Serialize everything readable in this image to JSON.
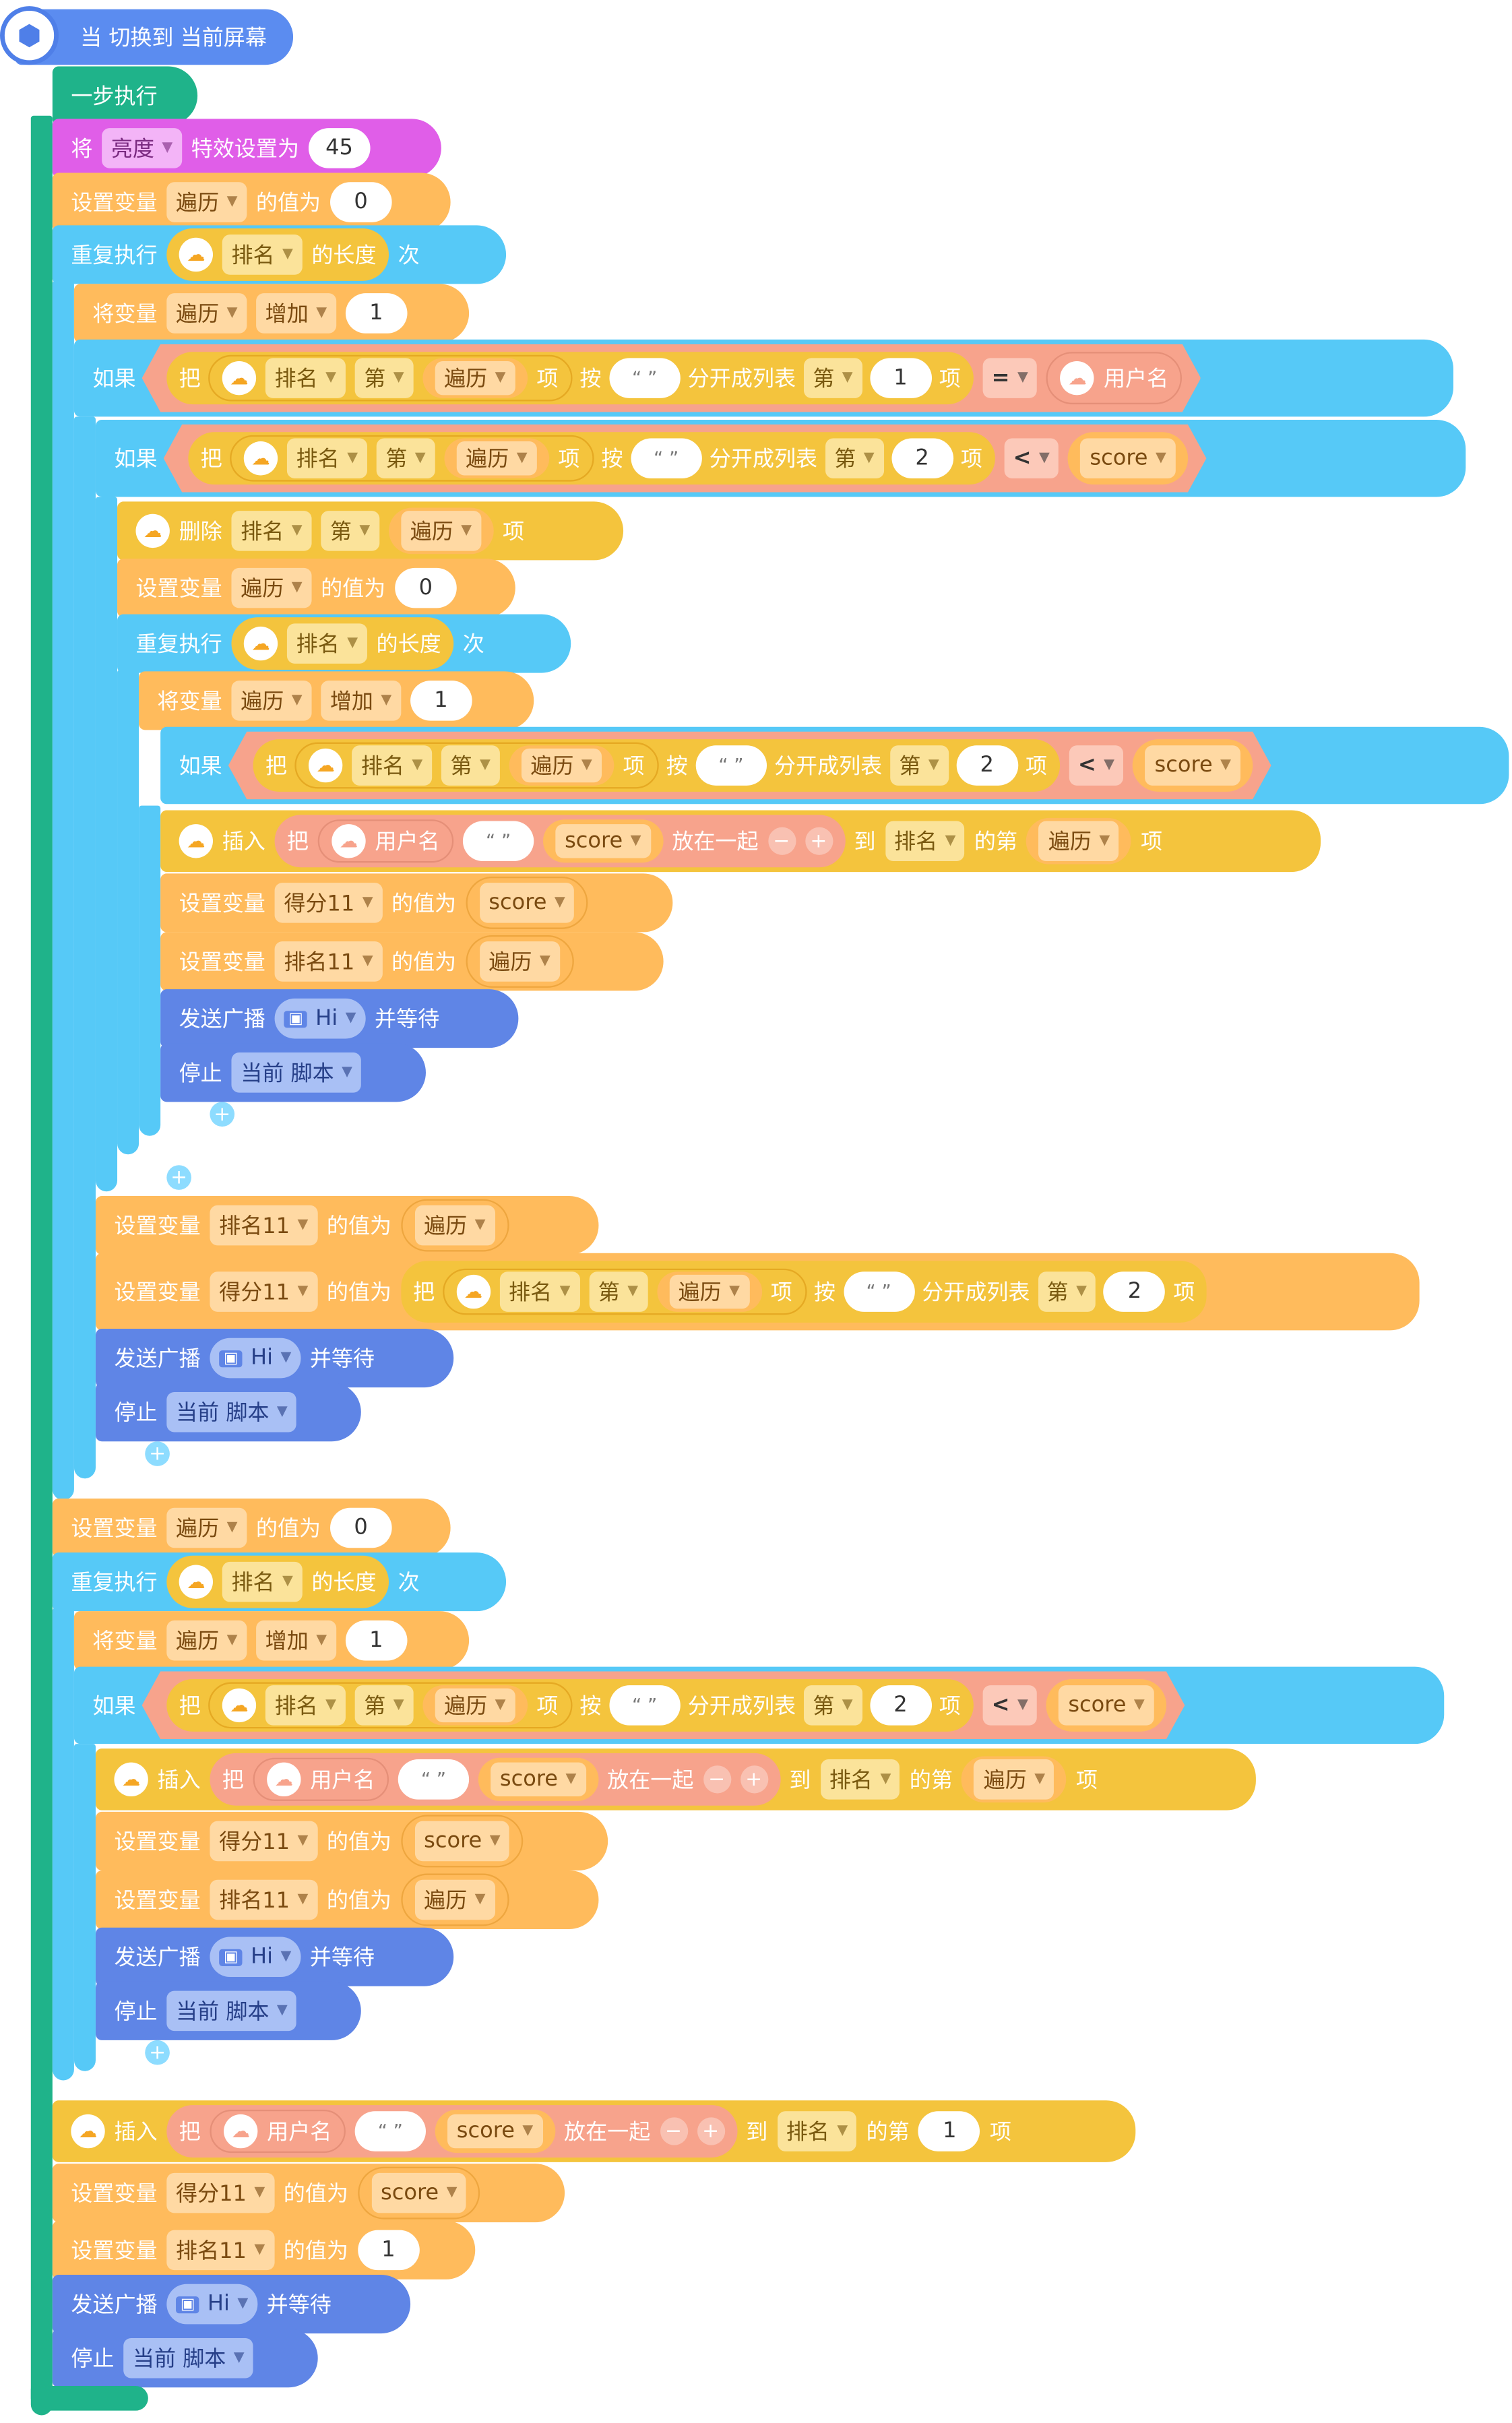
{
  "event": {
    "label": "当 切换到 当前屏幕"
  },
  "labels": {
    "step": "一步执行",
    "set_var": "设置变量",
    "value_to": "的值为",
    "repeat": "重复执行",
    "length_of": "的长度",
    "times": "次",
    "change_var": "将变量",
    "if": "如果",
    "take": "把",
    "item_no": "第",
    "item": "项",
    "split_by": "按",
    "split_list": "分开成列表",
    "delete": "删除",
    "insert": "插入",
    "join": "放在一起",
    "to": "到",
    "of_no": "的第",
    "broadcast": "发送广播",
    "and_wait": "并等待",
    "stop": "停止",
    "set": "将",
    "effect_to": "特效设置为",
    "increase": "增加"
  },
  "values": {
    "brightness": "亮度",
    "brightness_value": "45",
    "var_traverse": "遍历",
    "list_rank": "排名",
    "score": "score",
    "username": "用户名",
    "score11": "得分11",
    "rank11": "排名11",
    "msg_hi": "Hi",
    "current_script": "当前 脚本",
    "zero": "0",
    "one": "1",
    "two": "2",
    "eq": "=",
    "lt": "<",
    "quotes": "“ ”",
    "minus": "−",
    "plus": "+"
  },
  "colors": {
    "event": "#5b8cf0",
    "control": "#1fb38a",
    "looks": "#e05ee8",
    "variable": "#ffbb5c",
    "loop": "#56c9f7",
    "list": "#f4c43d",
    "operator": "#f7a38c",
    "broadcast": "#5f85e6"
  }
}
